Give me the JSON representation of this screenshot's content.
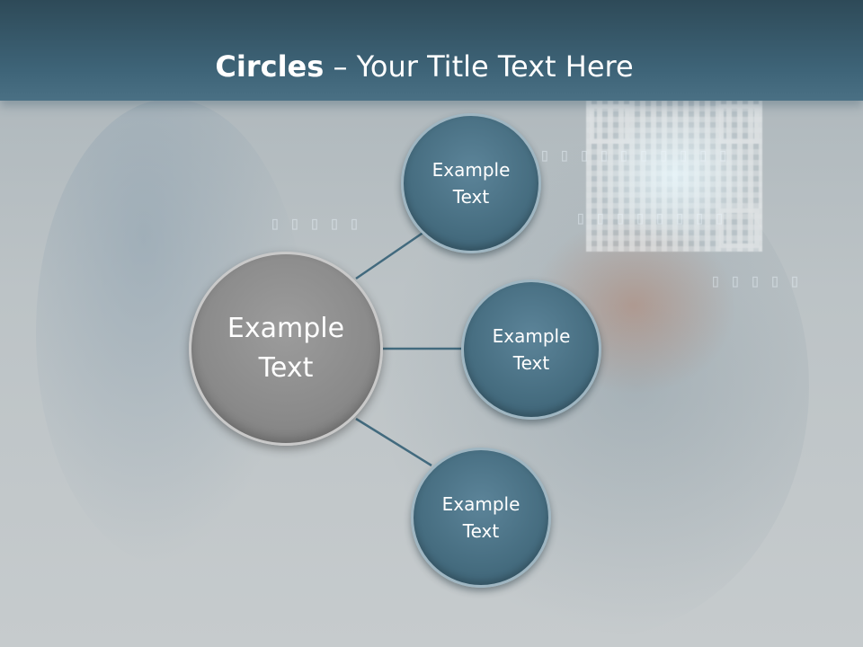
{
  "slide": {
    "title_bold": "Circles",
    "title_rest": " – Your Title Text Here"
  },
  "diagram": {
    "center": {
      "line1": "Example",
      "line2": "Text"
    },
    "nodes": [
      {
        "line1": "Example",
        "line2": "Text"
      },
      {
        "line1": "Example",
        "line2": "Text"
      },
      {
        "line1": "Example",
        "line2": "Text"
      }
    ]
  },
  "colors": {
    "header": "#3e6478",
    "node_fill": "#466d80",
    "center_fill": "#8a8a8a",
    "connector": "#426a7e"
  }
}
